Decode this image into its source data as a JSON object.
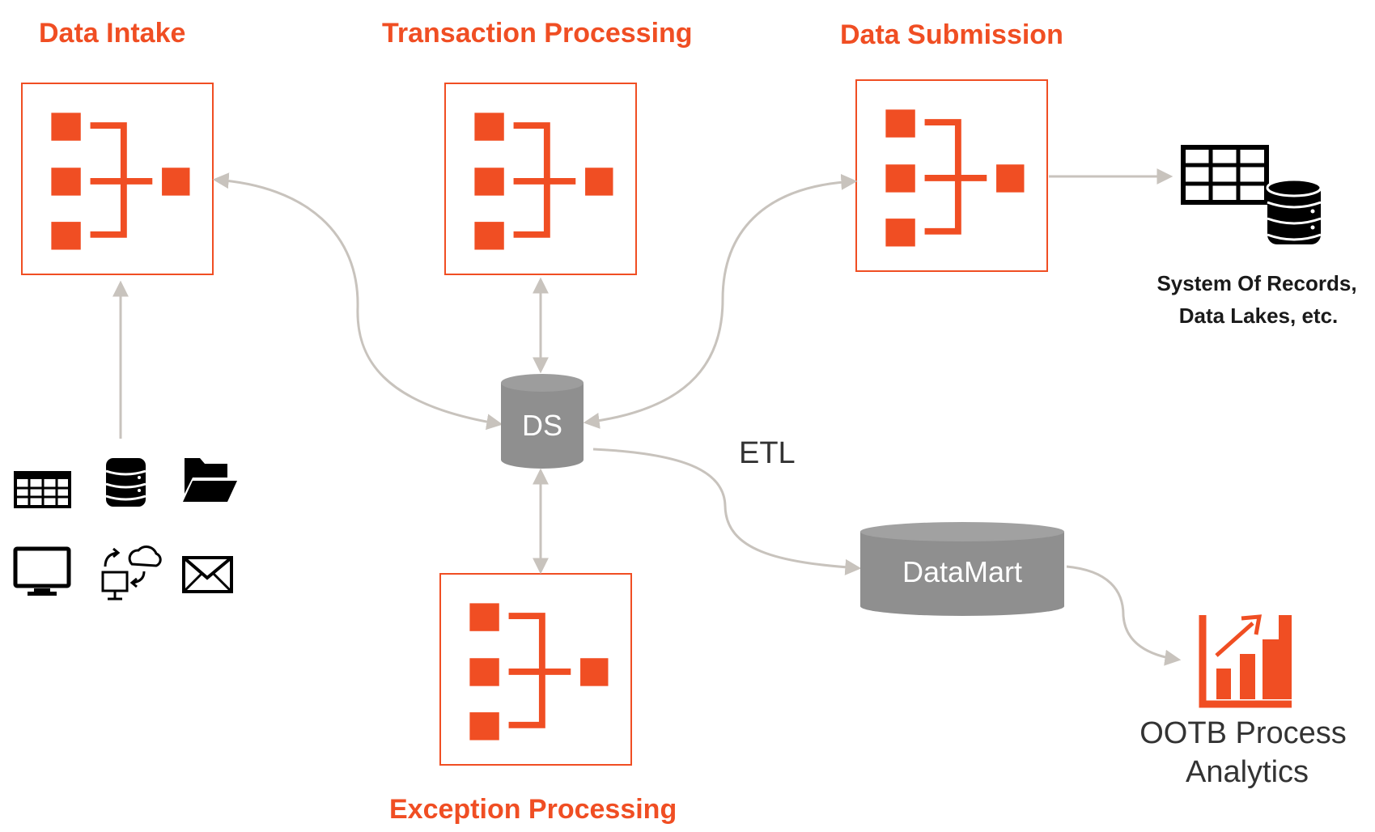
{
  "colors": {
    "accent": "#f04e23",
    "connector": "#c8c3bd",
    "database": "#8f8f8f",
    "icon": "#000000",
    "text": "#333333"
  },
  "processes": {
    "data_intake": {
      "title": "Data Intake",
      "icon": "process-flow-icon"
    },
    "transaction_processing": {
      "title": "Transaction Processing",
      "icon": "process-flow-icon"
    },
    "data_submission": {
      "title": "Data Submission",
      "icon": "process-flow-icon"
    },
    "exception_processing": {
      "title": "Exception Processing",
      "icon": "process-flow-icon"
    }
  },
  "datastore": {
    "label": "DS"
  },
  "etl": {
    "label": "ETL"
  },
  "datamart": {
    "label": "DataMart"
  },
  "system_of_records": {
    "line1": "System Of Records,",
    "line2": "Data Lakes, etc.",
    "icons": [
      "table-icon",
      "database-icon"
    ]
  },
  "analytics": {
    "line1": "OOTB Process",
    "line2": "Analytics",
    "icon": "bar-chart-icon"
  },
  "input_sources": [
    "spreadsheet-icon",
    "database-icon",
    "folder-icon",
    "monitor-icon",
    "cloud-sync-icon",
    "mail-icon"
  ]
}
